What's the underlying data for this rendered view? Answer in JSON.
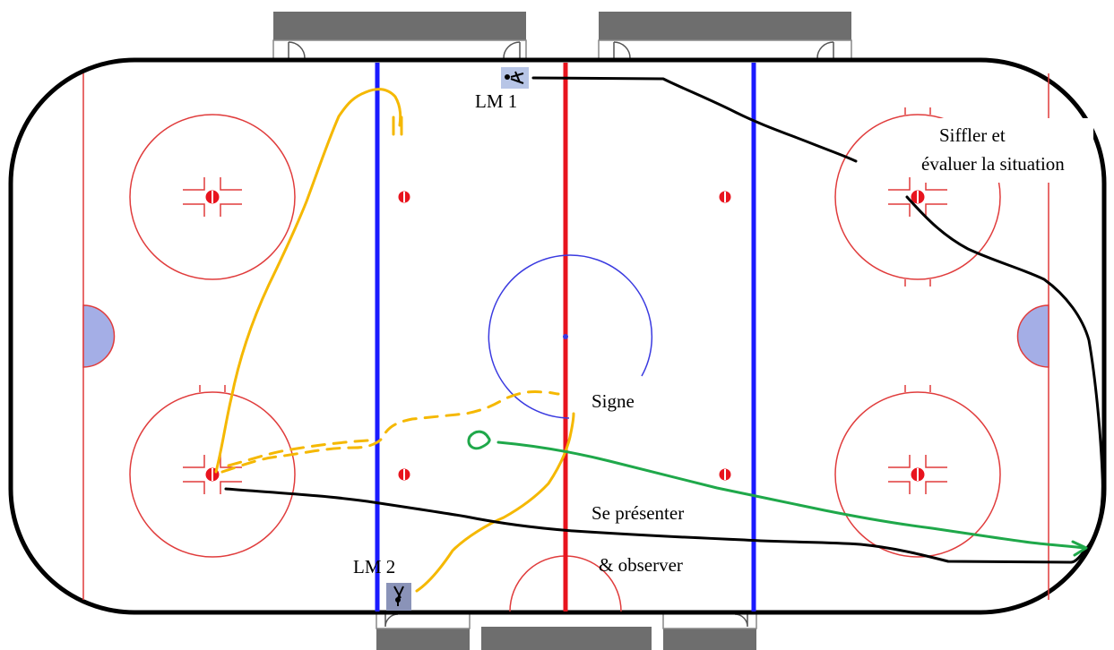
{
  "labels": {
    "lm1": "LM 1",
    "lm2": "LM 2",
    "whistle_line1": "Siffler et",
    "whistle_line2": "évaluer  la situation",
    "sign": "Signe",
    "present": "Se présenter",
    "observe": "& observer"
  },
  "colors": {
    "boards": "#000000",
    "goal_line": "#e03c3c",
    "center_line": "#e8141e",
    "blue_line": "#1a1aff",
    "center_circle": "#3a3ae0",
    "crease": "#a4aee6",
    "bench": "#6e6e6e",
    "path_black": "#000000",
    "path_yellow": "#f5b800",
    "path_green": "#1fa84a"
  },
  "icons": {
    "linesman_1": "linesman-icon",
    "linesman_2": "linesman-icon"
  }
}
